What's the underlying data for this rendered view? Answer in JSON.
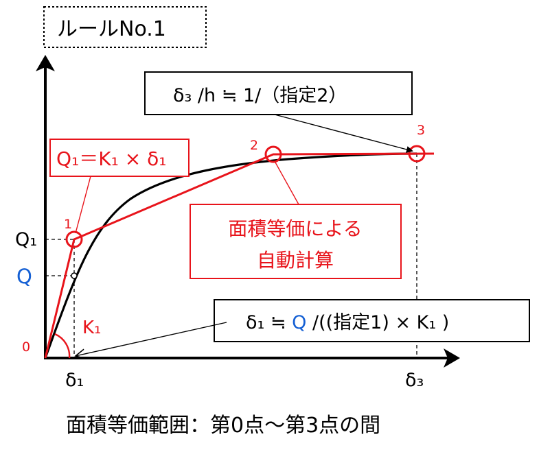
{
  "title_box": "ルールNo.1",
  "callout_top": "δ₃ /h ≒ 1/（指定2）",
  "callout_formula": "Q₁＝K₁ × δ₁",
  "callout_area_line1": "面積等価による",
  "callout_area_line2": "自動計算",
  "callout_bottom_prefix": "δ₁ ≒ ",
  "callout_bottom_q": "Q",
  "callout_bottom_suffix": " /((指定1) × K₁ )",
  "axis_labels": {
    "q1": "Q₁",
    "q": "Q",
    "k1": "K₁",
    "delta1": "δ₁",
    "delta3": "δ₃"
  },
  "point_labels": {
    "p0": "0",
    "p1": "1",
    "p2": "2",
    "p3": "3"
  },
  "caption": "面積等価範囲：第0点～第3点の間",
  "colors": {
    "accent": "#e8141b",
    "blue": "#1560d4",
    "curve": "#000000"
  }
}
